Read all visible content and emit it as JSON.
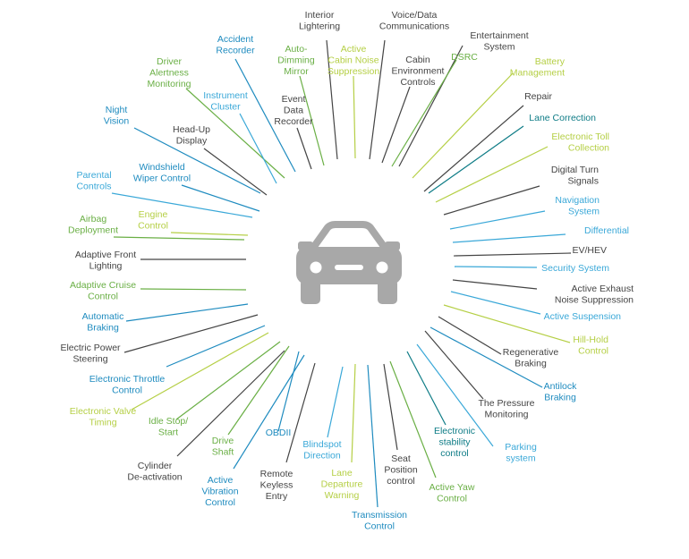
{
  "diagram": {
    "center_icon": "car-icon",
    "colors": {
      "green": "#6aaf45",
      "lime": "#b5cf45",
      "gray": "#444444",
      "blue": "#1e8bbf",
      "lightblue": "#3aa8d8",
      "teal": "#0e7c86",
      "icon": "#a8a8a8"
    },
    "items": [
      {
        "label": [
          "Interior",
          "Lightering"
        ],
        "color": "gray"
      },
      {
        "label": [
          "Voice/Data",
          "Communications"
        ],
        "color": "gray"
      },
      {
        "label": [
          "Entertainment",
          "System"
        ],
        "color": "gray"
      },
      {
        "label": [
          "Auto-",
          "Dimming",
          "Mirror"
        ],
        "color": "green"
      },
      {
        "label": [
          "Active",
          "Cabin Noise",
          "Suppression"
        ],
        "color": "lime"
      },
      {
        "label": [
          "Cabin",
          "Environment",
          "Controls"
        ],
        "color": "gray"
      },
      {
        "label": [
          "DSRC"
        ],
        "color": "green"
      },
      {
        "label": [
          "Battery",
          "Management"
        ],
        "color": "lime"
      },
      {
        "label": [
          "Accident",
          "Recorder"
        ],
        "color": "blue"
      },
      {
        "label": [
          "Driver",
          "Alertness",
          "Monitoring"
        ],
        "color": "green"
      },
      {
        "label": [
          "Instrument",
          "Cluster"
        ],
        "color": "lightblue"
      },
      {
        "label": [
          "Event",
          "Data",
          "Recorder"
        ],
        "color": "gray"
      },
      {
        "label": [
          "Repair"
        ],
        "color": "gray"
      },
      {
        "label": [
          "Lane Correction"
        ],
        "color": "teal"
      },
      {
        "label": [
          "Night",
          "Vision"
        ],
        "color": "blue"
      },
      {
        "label": [
          "Head-Up",
          "Display"
        ],
        "color": "gray"
      },
      {
        "label": [
          "Electronic Toll",
          "Collection"
        ],
        "color": "lime"
      },
      {
        "label": [
          "Digital Turn",
          "Signals"
        ],
        "color": "gray"
      },
      {
        "label": [
          "Windshield",
          "Wiper Control"
        ],
        "color": "blue"
      },
      {
        "label": [
          "Parental",
          "Controls"
        ],
        "color": "lightblue"
      },
      {
        "label": [
          "Navigation",
          "System"
        ],
        "color": "lightblue"
      },
      {
        "label": [
          "Airbag",
          "Deployment"
        ],
        "color": "green"
      },
      {
        "label": [
          "Engine",
          "Control"
        ],
        "color": "lime"
      },
      {
        "label": [
          "Differential"
        ],
        "color": "lightblue"
      },
      {
        "label": [
          "EV/HEV"
        ],
        "color": "gray"
      },
      {
        "label": [
          "Adaptive Front",
          "Lighting"
        ],
        "color": "gray"
      },
      {
        "label": [
          "Security System"
        ],
        "color": "lightblue"
      },
      {
        "label": [
          "Adaptive Cruise",
          "Control"
        ],
        "color": "green"
      },
      {
        "label": [
          "Active Exhaust",
          "Noise Suppression"
        ],
        "color": "gray"
      },
      {
        "label": [
          "Active Suspension"
        ],
        "color": "lightblue"
      },
      {
        "label": [
          "Automatic",
          "Braking"
        ],
        "color": "blue"
      },
      {
        "label": [
          "Hill-Hold",
          "Control"
        ],
        "color": "lime"
      },
      {
        "label": [
          "Electric Power",
          "Steering"
        ],
        "color": "gray"
      },
      {
        "label": [
          "Regenerative",
          "Braking"
        ],
        "color": "gray"
      },
      {
        "label": [
          "Electronic Throttle",
          "Control"
        ],
        "color": "blue"
      },
      {
        "label": [
          "Antilock",
          "Braking"
        ],
        "color": "blue"
      },
      {
        "label": [
          "The Pressure",
          "Monitoring"
        ],
        "color": "gray"
      },
      {
        "label": [
          "Electronic Valve",
          "Timing"
        ],
        "color": "lime"
      },
      {
        "label": [
          "Idle Stop/",
          "Start"
        ],
        "color": "green"
      },
      {
        "label": [
          "Drive",
          "Shaft"
        ],
        "color": "green"
      },
      {
        "label": [
          "OBDII"
        ],
        "color": "blue"
      },
      {
        "label": [
          "Cylinder",
          "De-activation"
        ],
        "color": "gray"
      },
      {
        "label": [
          "Active",
          "Vibration",
          "Control"
        ],
        "color": "blue"
      },
      {
        "label": [
          "Remote",
          "Keyless",
          "Entry"
        ],
        "color": "gray"
      },
      {
        "label": [
          "Blindspot",
          "Direction"
        ],
        "color": "lightblue"
      },
      {
        "label": [
          "Seat",
          "Position",
          "control"
        ],
        "color": "gray"
      },
      {
        "label": [
          "Electronic",
          "stability",
          "control"
        ],
        "color": "teal"
      },
      {
        "label": [
          "Parking",
          "system"
        ],
        "color": "lightblue"
      },
      {
        "label": [
          "Active Yaw",
          "Control"
        ],
        "color": "green"
      },
      {
        "label": [
          "Lane",
          "Departure",
          "Warning"
        ],
        "color": "lime"
      },
      {
        "label": [
          "Transmission",
          "Control"
        ],
        "color": "blue"
      }
    ]
  }
}
